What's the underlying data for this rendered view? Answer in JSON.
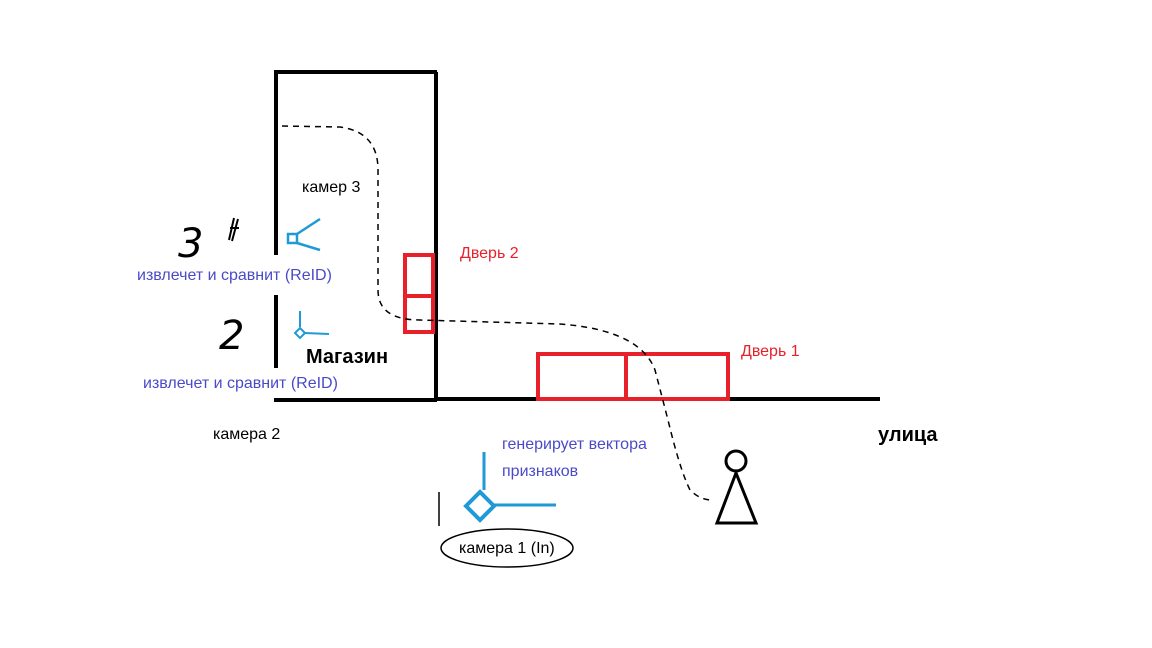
{
  "labels": {
    "store": "Магазин",
    "street": "улица",
    "door1": "Дверь 1",
    "door2": "Дверь 2",
    "camera1": "камера 1 (In)",
    "camera2": "камера 2",
    "camera3": "камер 3",
    "generates_line1": "генерирует вектора",
    "generates_line2": "признаков",
    "extract_compare_cam3": "извлечет и сравнит (ReID)",
    "extract_compare_cam2": "извлечет и сравнит (ReID)",
    "hand_num_3": "3",
    "hand_num_2": "2"
  },
  "colors": {
    "wall": "#000000",
    "door": "#e8202a",
    "camera": "#1f9ad6",
    "annotation_blue": "#4a4ac8",
    "door_label": "#e8202a",
    "text": "#000000",
    "path": "#000000"
  },
  "icons": {
    "camera1": "camera-icon",
    "camera2": "camera-icon",
    "camera3": "camera-icon",
    "person": "person-icon"
  }
}
